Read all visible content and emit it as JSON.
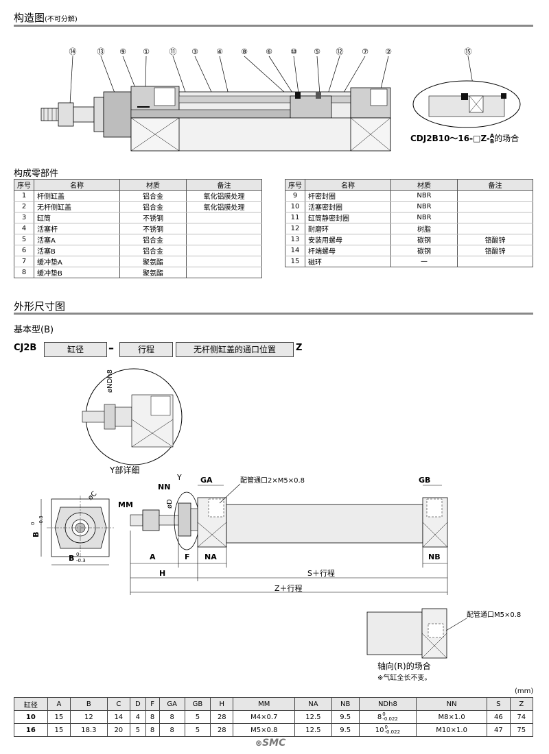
{
  "section1": {
    "title": "构造图",
    "subtitle": "(不可分解)"
  },
  "callouts_main": [
    "⑭",
    "⑬",
    "⑨",
    "①",
    "⑪",
    "③",
    "④",
    "⑧",
    "⑥",
    "⑩",
    "⑤",
    "⑫",
    "⑦",
    "②"
  ],
  "callout_detail": "⑮",
  "detail_caption": "CDJ2B10～16-□Z-",
  "detail_caption_a": "A",
  "detail_caption_b": "B",
  "detail_caption_tail": "的场合",
  "parts": {
    "title": "构成零部件",
    "headers": [
      "序号",
      "名称",
      "材质",
      "备注"
    ],
    "left": [
      [
        "1",
        "杆侧缸盖",
        "铝合金",
        "氧化铝膜处理"
      ],
      [
        "2",
        "无杆侧缸盖",
        "铝合金",
        "氧化铝膜处理"
      ],
      [
        "3",
        "缸筒",
        "不锈钢",
        ""
      ],
      [
        "4",
        "活塞杆",
        "不锈钢",
        ""
      ],
      [
        "5",
        "活塞A",
        "铝合金",
        ""
      ],
      [
        "6",
        "活塞B",
        "铝合金",
        ""
      ],
      [
        "7",
        "缓冲垫A",
        "聚氨酯",
        ""
      ],
      [
        "8",
        "缓冲垫B",
        "聚氨酯",
        ""
      ]
    ],
    "right": [
      [
        "9",
        "杆密封圈",
        "NBR",
        ""
      ],
      [
        "10",
        "活塞密封圈",
        "NBR",
        ""
      ],
      [
        "11",
        "缸筒静密封圈",
        "NBR",
        ""
      ],
      [
        "12",
        "耐磨环",
        "树脂",
        ""
      ],
      [
        "13",
        "安装用螺母",
        "碳钢",
        "铬酸锌"
      ],
      [
        "14",
        "杆端螺母",
        "碳钢",
        "铬酸锌"
      ],
      [
        "15",
        "磁环",
        "—",
        ""
      ]
    ]
  },
  "section2": {
    "title": "外形尺寸图",
    "subtitle": "基本型(B)"
  },
  "model": {
    "prefix": "CJ2B",
    "box1": "缸径",
    "dash": "–",
    "box2": "行程",
    "box3": "无杆侧缸盖的通口位置",
    "suffix": "Z"
  },
  "drawing": {
    "y_detail": "Y部详细",
    "ndh8": "øNDh8",
    "y": "Y",
    "nn": "NN",
    "ga": "GA",
    "gb": "GB",
    "port": "配管通口2×M5×0.8",
    "mm": "MM",
    "phi_c": "øC",
    "phi_d": "øD",
    "b_tol_top": "0",
    "b_tol_bot": "-0.3",
    "b": "B",
    "a": "A",
    "f": "F",
    "na": "NA",
    "nb": "NB",
    "h": "H",
    "s": "S＋行程",
    "z": "Z＋行程",
    "port2": "配管通口M5×0.8",
    "axial": "轴向(R)的场合",
    "note": "※气缸全长不变。"
  },
  "dims": {
    "unit": "(mm)",
    "headers": [
      "缸径",
      "A",
      "B",
      "C",
      "D",
      "F",
      "GA",
      "GB",
      "H",
      "MM",
      "NA",
      "NB",
      "NDh8",
      "NN",
      "S",
      "Z"
    ],
    "rows": [
      [
        "10",
        "15",
        "12",
        "14",
        "4",
        "8",
        "8",
        "5",
        "28",
        "M4×0.7",
        "12.5",
        "9.5",
        "8",
        "M8×1.0",
        "46",
        "74"
      ],
      [
        "16",
        "15",
        "18.3",
        "20",
        "5",
        "8",
        "8",
        "5",
        "28",
        "M5×0.8",
        "12.5",
        "9.5",
        "10",
        "M10×1.0",
        "47",
        "75"
      ]
    ],
    "nd_tol_top": "0",
    "nd_tol_bot": "-0.022"
  },
  "logo": "SMC"
}
